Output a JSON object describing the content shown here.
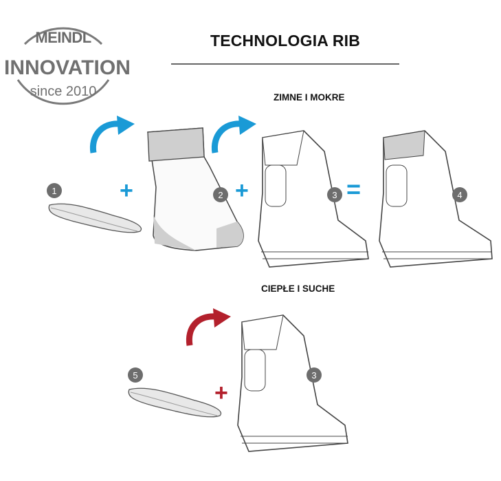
{
  "logo": {
    "brand": "MEINDL",
    "tagline": "INNOVATION",
    "since": "since 2010"
  },
  "title": "TECHNOLOGIA RIB",
  "sections": {
    "cold_wet": {
      "label": "ZIMNE I MOKRE",
      "steps": [
        {
          "badge": "1",
          "item": "insole"
        },
        {
          "operator": "+"
        },
        {
          "badge": "2",
          "item": "liner sock"
        },
        {
          "operator": "+"
        },
        {
          "badge": "3",
          "item": "boot"
        },
        {
          "operator": "="
        },
        {
          "badge": "4",
          "item": "boot with liner"
        }
      ],
      "accent_color": "#1a9ad6"
    },
    "warm_dry": {
      "label": "CIEPŁE I SUCHE",
      "steps": [
        {
          "badge": "5",
          "item": "insole"
        },
        {
          "operator": "+"
        },
        {
          "badge": "3",
          "item": "boot"
        }
      ],
      "accent_color": "#b3202c"
    }
  },
  "colors": {
    "badge": "#6d6d6d",
    "logo_gray": "#777777",
    "blue": "#1a9ad6",
    "red": "#b3202c"
  }
}
